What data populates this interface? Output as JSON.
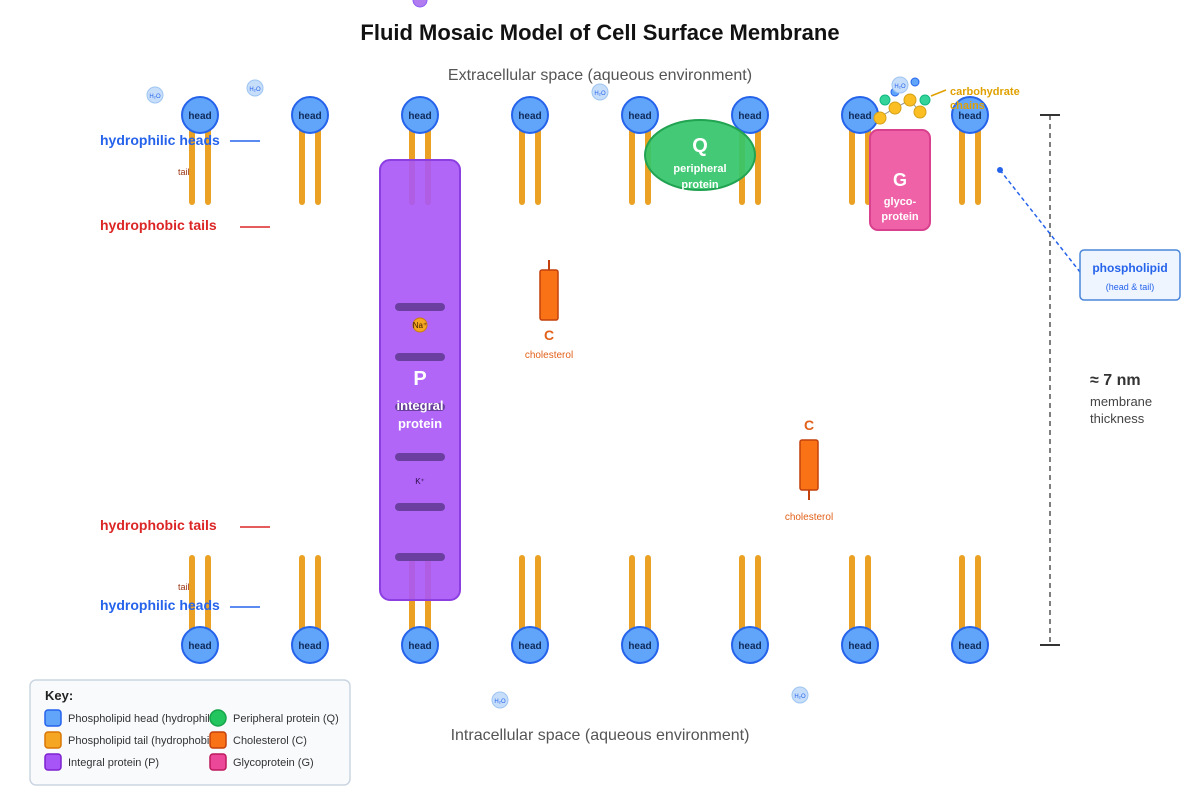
{
  "title": "Fluid Mosaic Model of Cell Surface Membrane",
  "regions": {
    "extracellular": "Extracellular space (aqueous environment)",
    "intracellular": "Intracellular space (aqueous environment)"
  },
  "head_label": "head",
  "tail_label": "tail",
  "water_label": "H₂O",
  "side_labels": {
    "top_heads": "hydrophilic heads",
    "top_tails": "hydrophobic tails",
    "bottom_tails": "hydrophobic tails",
    "bottom_heads": "hydrophilic heads"
  },
  "integral_protein": {
    "letter": "P",
    "line1": "integral",
    "line2": "protein",
    "ion_top": "Na⁺",
    "ion_bottom": "K⁺"
  },
  "peripheral_protein": {
    "letter": "Q",
    "line1": "peripheral",
    "line2": "protein"
  },
  "glycoprotein": {
    "letter": "G",
    "line1": "glyco-",
    "line2": "protein"
  },
  "carbohydrate": {
    "line1": "carbohydrate",
    "line2": "chains"
  },
  "cholesterol_top": {
    "letter": "C",
    "name": "cholesterol"
  },
  "cholesterol_bottom": {
    "letter": "C",
    "name": "cholesterol"
  },
  "phospholipid_callout": {
    "title": "phospholipid",
    "subtitle": "(head & tail)"
  },
  "thickness": {
    "value": "≈ 7 nm",
    "line1": "membrane",
    "line2": "thickness"
  },
  "key": {
    "title": "Key:",
    "items": [
      {
        "label": "Phospholipid head (hydrophilic)",
        "color": "#60a5fa",
        "border": "#2563eb"
      },
      {
        "label": "Phospholipid tail (hydrophobic)",
        "color": "#f5a623",
        "border": "#d97706"
      },
      {
        "label": "Integral protein (P)",
        "color": "#a855f7",
        "border": "#7e22ce"
      },
      {
        "label": "Peripheral protein (Q)",
        "color": "#22c55e",
        "border": "#16a34a"
      },
      {
        "label": "Cholesterol (C)",
        "color": "#f97316",
        "border": "#c2410c"
      },
      {
        "label": "Glycoprotein (G)",
        "color": "#ec4899",
        "border": "#be185d"
      }
    ]
  },
  "colors": {
    "head": "#60a5fa",
    "head_border": "#2563eb",
    "tail": "#eaa124",
    "integral": "#a855f7",
    "peripheral": "#34c56a",
    "glyco": "#f062a8",
    "cholesterol": "#f97316",
    "hydrophilic_label": "#2563eb",
    "hydrophobic_label": "#dc2626",
    "carbohydrate": "#eab308"
  }
}
